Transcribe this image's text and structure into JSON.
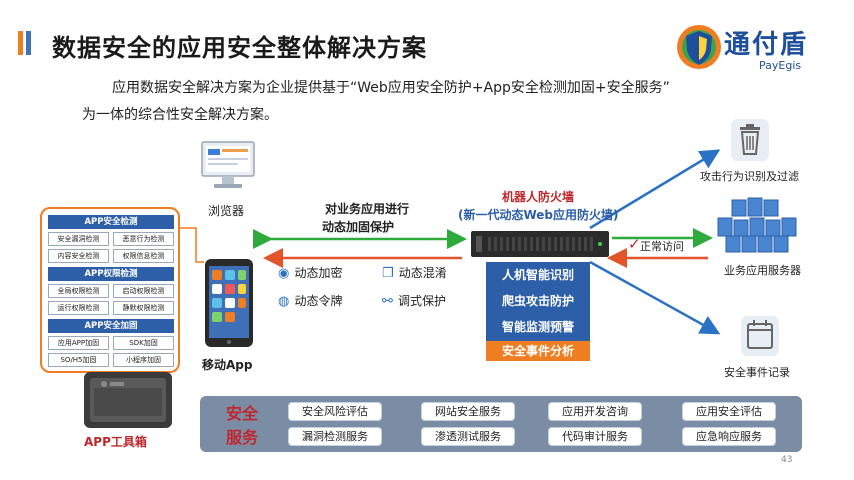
{
  "title": "数据安全的应用安全整体解决方案",
  "logo": {
    "name": "通付盾",
    "sub": "PayEgis"
  },
  "intro": {
    "line1": "应用数据安全解决方案为企业提供基于“Web应用安全防护+App安全检测加固+安全服务”",
    "line2": "为一体的综合性安全解决方案。"
  },
  "left_panel": {
    "groups": [
      {
        "title": "APP安全检测",
        "items": [
          "安全漏洞检测",
          "恶意行为检测",
          "内容安全检测",
          "权限信息检测"
        ]
      },
      {
        "title": "APP权限检测",
        "items": [
          "全局权限检测",
          "启动权限检测",
          "运行权限检测",
          "静默权限检测"
        ]
      },
      {
        "title": "APP安全加固",
        "items": [
          "应用APP加固",
          "SDK加固",
          "SO/H5加固",
          "小程序加固"
        ]
      }
    ],
    "toolbox_label": "APP工具箱"
  },
  "clients": {
    "browser": "浏览器",
    "mobile_app": "移动App"
  },
  "arrow_label": {
    "line1": "对业务应用进行",
    "line2": "动态加固保护"
  },
  "features": [
    {
      "icon": "shield-icon",
      "label": "动态加密"
    },
    {
      "icon": "cube-icon",
      "label": "动态混淆"
    },
    {
      "icon": "token-icon",
      "label": "动态令牌"
    },
    {
      "icon": "link-icon",
      "label": "调式保护"
    }
  ],
  "waf": {
    "title": "机器人防火墙",
    "subtitle": "(新一代动态Web应用防火墙)",
    "items": [
      "人机智能识别",
      "爬虫攻击防护",
      "智能监测预警"
    ],
    "analysis": "安全事件分析"
  },
  "normal_access": "正常访问",
  "right": {
    "filter": "攻击行为识别及过滤",
    "servers": "业务应用服务器",
    "records": "安全事件记录"
  },
  "services": {
    "label_line1": "安全",
    "label_line2": "服务",
    "items": [
      "安全风险评估",
      "网站安全服务",
      "应用开发咨询",
      "应用安全评估",
      "漏洞检测服务",
      "渗透测试服务",
      "代码审计服务",
      "应急响应服务"
    ]
  },
  "page_number": "43",
  "colors": {
    "orange": "#ef7d22",
    "blue": "#2c5fa8",
    "red": "#c0272d",
    "green": "#2eaa3c",
    "arrow_blue": "#2b72c4"
  }
}
